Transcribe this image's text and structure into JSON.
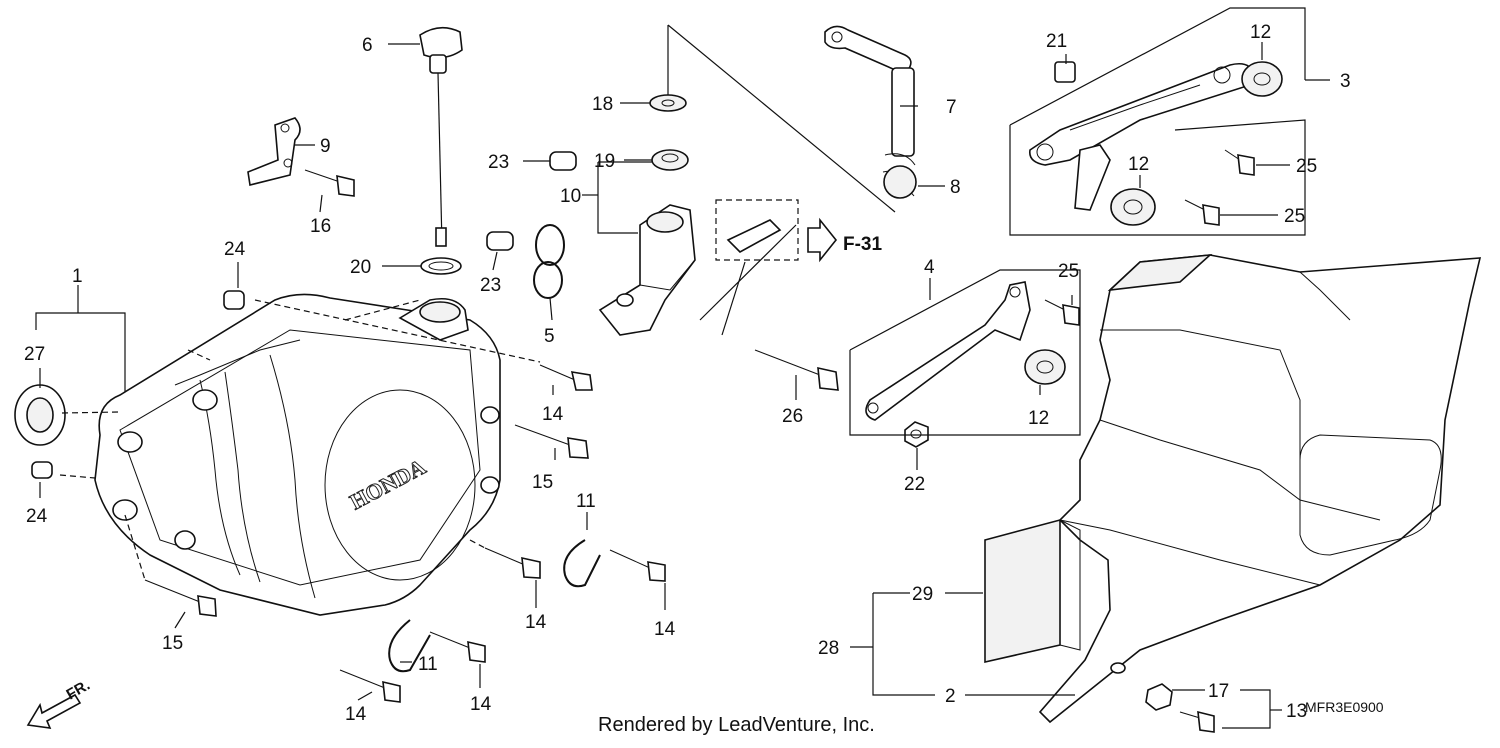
{
  "diagram": {
    "callouts": [
      "1",
      "2",
      "3",
      "4",
      "5",
      "6",
      "7",
      "8",
      "9",
      "10",
      "11",
      "12",
      "13",
      "14",
      "15",
      "16",
      "17",
      "18",
      "19",
      "20",
      "21",
      "22",
      "23",
      "24",
      "25",
      "26",
      "27",
      "28",
      "29"
    ],
    "reference_label": "F-31",
    "cover_brand": "HONDA",
    "direction_label": "FR.",
    "diagram_code": "MFR3E0900",
    "footer": "Rendered by LeadVenture, Inc."
  }
}
